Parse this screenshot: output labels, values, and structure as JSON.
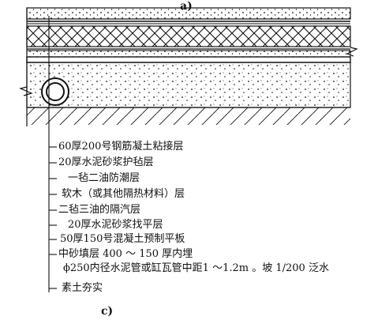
{
  "figure": {
    "caption_top": "a)",
    "caption_bottom": "c)",
    "watermark": "",
    "layers": [
      "60厚200号钢筋凝土粘接层",
      "20厚水泥砂浆护毡层",
      "一毡二油防潮层",
      "软木（或其他隔热材料）层",
      "二毡三油的隔汽层",
      "20厚水泥砂浆找平层",
      "50厚150号混凝土预制平板",
      "中砂填层 400 ～ 150 厚内埋",
      "ϕ250内径水泥管或缸瓦管中距1 ～1.2m 。坡 1/200 泛水",
      "素土夯实"
    ]
  },
  "colors": {
    "ink": "#111111",
    "paper": "#ffffff"
  }
}
